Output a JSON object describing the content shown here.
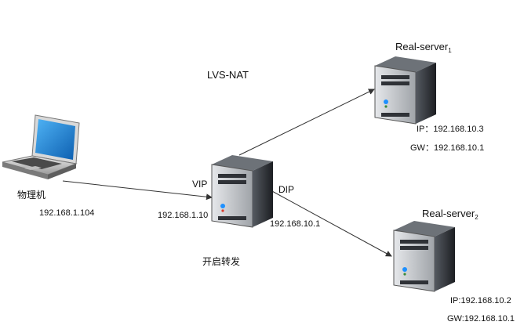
{
  "diagram": {
    "title": "LVS-NAT",
    "client": {
      "label": "物理机",
      "ip": "192.168.1.104"
    },
    "director": {
      "vip_label": "VIP",
      "vip_ip": "192.168.1.10",
      "dip_label": "DIP",
      "dip_ip": "192.168.10.1"
    },
    "real_servers": [
      {
        "name": "Real-server",
        "subscript": "1",
        "ip_label": "IP：",
        "ip": "192.168.10.3",
        "gw_label": "GW：",
        "gw": "192.168.10.1"
      },
      {
        "name": "Real-server",
        "subscript": "2",
        "ip_label": "IP:",
        "ip": "192.168.10.2",
        "gw_label": "GW:",
        "gw": "192.168.10.1"
      }
    ],
    "note": "开启转发",
    "colors": {
      "line": "#333333",
      "server_dark": "#3a3d42",
      "server_light": "#c8cbd0",
      "laptop_screen": "#1a7fd4",
      "led_blue": "#1e90ff",
      "led_red": "#d93a2b"
    }
  }
}
